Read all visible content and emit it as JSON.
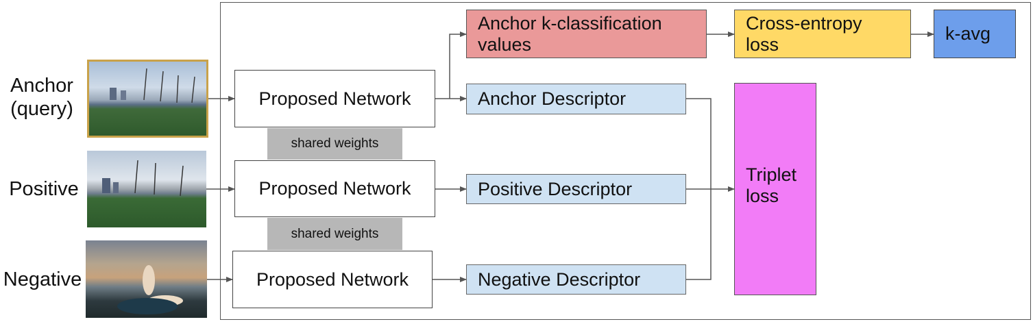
{
  "inputs": {
    "anchor_label": "Anchor\n(query)",
    "positive_label": "Positive",
    "negative_label": "Negative"
  },
  "networks": {
    "anchor": "Proposed Network",
    "positive": "Proposed Network",
    "negative": "Proposed Network",
    "shared_1": "shared weights",
    "shared_2": "shared weights"
  },
  "outputs": {
    "classification": "Anchor k-classification values",
    "cross_entropy": "Cross-entropy loss",
    "k_avg": "k-avg",
    "anchor_descriptor": "Anchor Descriptor",
    "positive_descriptor": "Positive Descriptor",
    "negative_descriptor": "Negative Descriptor",
    "triplet_loss": "Triplet loss"
  },
  "colors": {
    "classification": "#ea9999",
    "cross_entropy": "#ffd966",
    "k_avg": "#6d9eeb",
    "descriptor": "#cfe2f3",
    "triplet_loss": "#f27cf7",
    "shared": "#b7b7b7"
  }
}
